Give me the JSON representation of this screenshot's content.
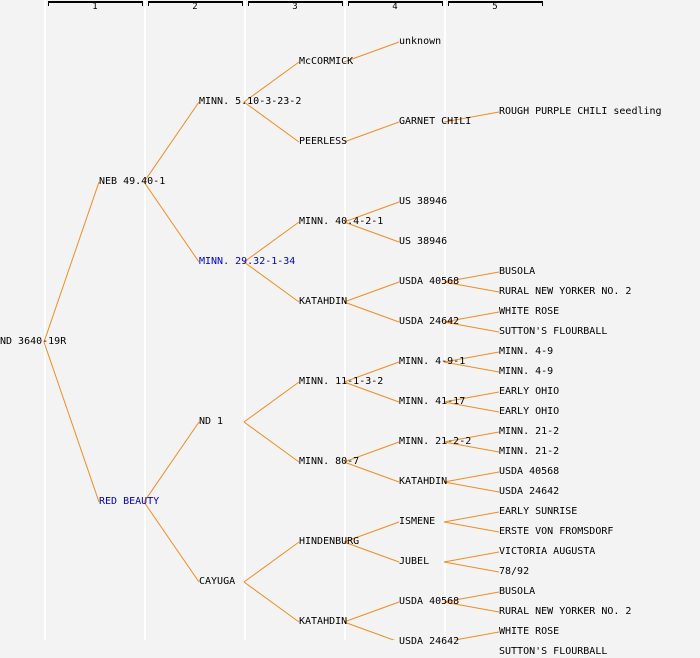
{
  "columns": [
    "1",
    "2",
    "3",
    "4",
    "5"
  ],
  "colors": {
    "line": "#f28c1e",
    "highlight": "#0000cc",
    "text": "#000000",
    "background": "#f3f3f3"
  },
  "tree": {
    "label": "ND 3640-19R",
    "children": [
      {
        "label": "NEB 49.40-1",
        "children": [
          {
            "label": "MINN. 5.10-3-23-2",
            "children": [
              {
                "label": "McCORMICK",
                "children": [
                  {
                    "label": "unknown"
                  }
                ]
              },
              {
                "label": "PEERLESS",
                "children": [
                  {
                    "label": "GARNET CHILI",
                    "children": [
                      {
                        "label": "ROUGH PURPLE CHILI seedling"
                      }
                    ]
                  }
                ]
              }
            ]
          },
          {
            "label": "MINN. 29.32-1-34",
            "highlight": true,
            "children": [
              {
                "label": "MINN. 40.4-2-1",
                "children": [
                  {
                    "label": "US 38946"
                  },
                  {
                    "label": "US 38946"
                  }
                ]
              },
              {
                "label": "KATAHDIN",
                "children": [
                  {
                    "label": "USDA 40568",
                    "children": [
                      {
                        "label": "BUSOLA"
                      },
                      {
                        "label": "RURAL NEW YORKER NO. 2"
                      }
                    ]
                  },
                  {
                    "label": "USDA 24642",
                    "children": [
                      {
                        "label": "WHITE ROSE"
                      },
                      {
                        "label": "SUTTON'S FLOURBALL"
                      }
                    ]
                  }
                ]
              }
            ]
          }
        ]
      },
      {
        "label": "RED BEAUTY",
        "highlight": true,
        "children": [
          {
            "label": "ND 1",
            "children": [
              {
                "label": "MINN. 11-1-3-2",
                "children": [
                  {
                    "label": "MINN. 4-9-1",
                    "children": [
                      {
                        "label": "MINN. 4-9"
                      },
                      {
                        "label": "MINN. 4-9"
                      }
                    ]
                  },
                  {
                    "label": "MINN. 41-17",
                    "children": [
                      {
                        "label": "EARLY OHIO"
                      },
                      {
                        "label": "EARLY OHIO"
                      }
                    ]
                  }
                ]
              },
              {
                "label": "MINN. 80-7",
                "children": [
                  {
                    "label": "MINN. 21-2-2",
                    "children": [
                      {
                        "label": "MINN. 21-2"
                      },
                      {
                        "label": "MINN. 21-2"
                      }
                    ]
                  },
                  {
                    "label": "KATAHDIN",
                    "children": [
                      {
                        "label": "USDA 40568"
                      },
                      {
                        "label": "USDA 24642"
                      }
                    ]
                  }
                ]
              }
            ]
          },
          {
            "label": "CAYUGA",
            "children": [
              {
                "label": "HINDENBURG",
                "children": [
                  {
                    "label": "ISMENE",
                    "children": [
                      {
                        "label": "EARLY SUNRISE"
                      },
                      {
                        "label": "ERSTE VON FROMSDORF"
                      }
                    ]
                  },
                  {
                    "label": "JUBEL",
                    "children": [
                      {
                        "label": "VICTORIA AUGUSTA"
                      },
                      {
                        "label": "78/92"
                      }
                    ]
                  }
                ]
              },
              {
                "label": "KATAHDIN",
                "children": [
                  {
                    "label": "USDA 40568",
                    "children": [
                      {
                        "label": "BUSOLA"
                      },
                      {
                        "label": "RURAL NEW YORKER NO. 2"
                      }
                    ]
                  },
                  {
                    "label": "USDA 24642",
                    "children": [
                      {
                        "label": "WHITE ROSE"
                      },
                      {
                        "label": "SUTTON'S FLOURBALL"
                      }
                    ]
                  }
                ]
              }
            ]
          }
        ]
      }
    ]
  }
}
